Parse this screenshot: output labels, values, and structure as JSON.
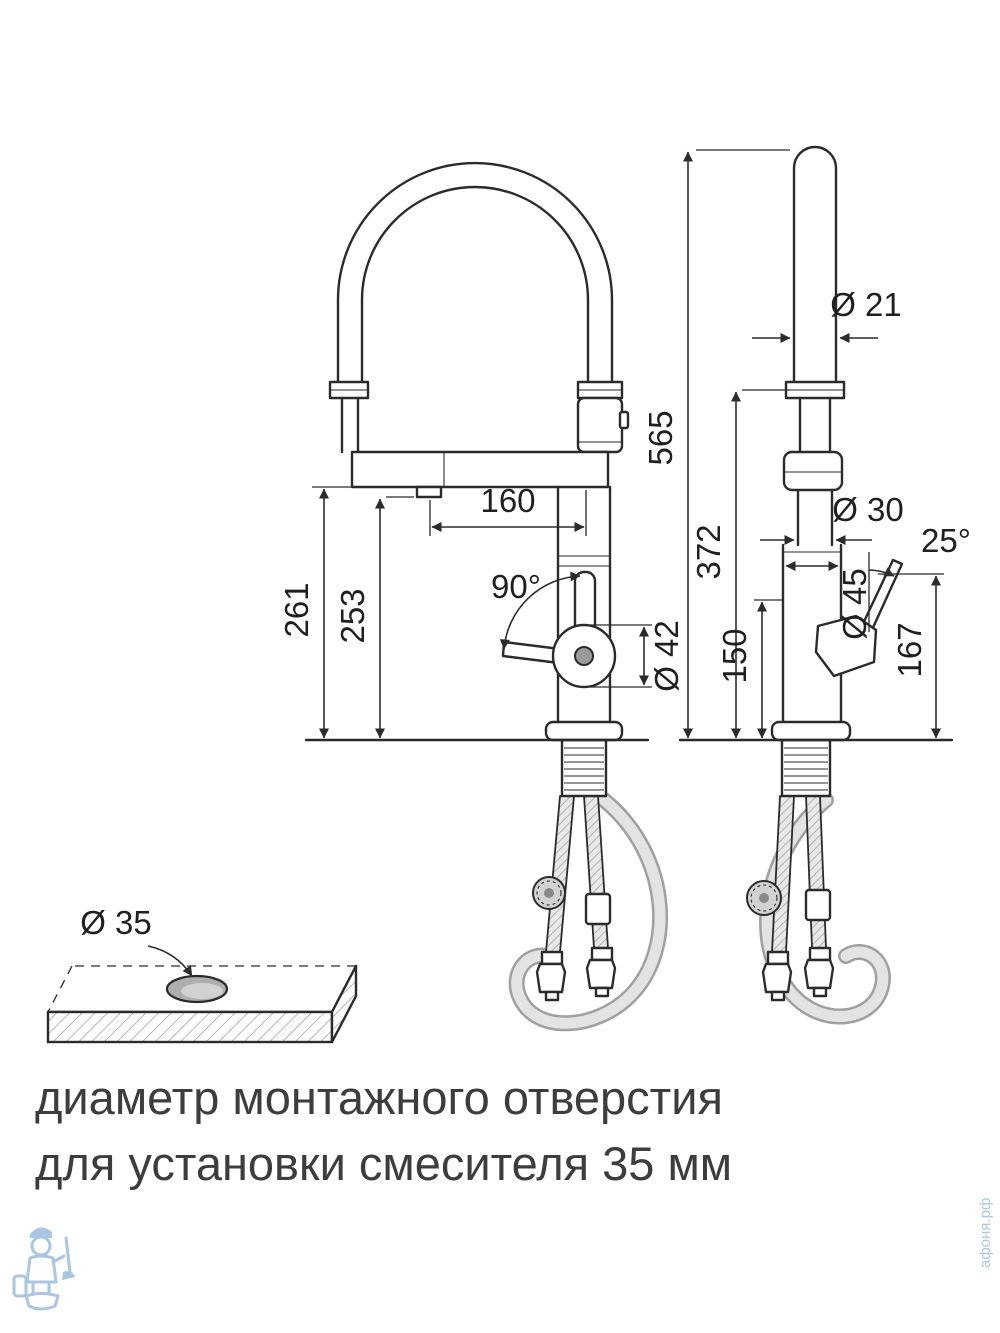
{
  "diagram": {
    "dims": {
      "total_height": "565",
      "spout_height": "372",
      "handle_height": "150",
      "side_handle_height": "167",
      "front_outer_height": "261",
      "front_inner_height": "253",
      "spout_reach": "160",
      "handle_swing_angle": "90°",
      "handle_tilt_angle": "25°",
      "hose_diameter": "Ø 21",
      "neck_diameter": "Ø 30",
      "joint_diameter": "Ø 42",
      "body_diameter": "Ø 45",
      "hole_diameter": "Ø 35"
    },
    "caption": {
      "line1": "диаметр монтажного отверстия",
      "line2": "для установки смесителя 35 мм"
    },
    "watermark": {
      "site": "афоня.рф"
    },
    "colors": {
      "line": "#2b2b2b",
      "caption": "#3d3d3d",
      "watermark": "#a9c6e2"
    }
  }
}
